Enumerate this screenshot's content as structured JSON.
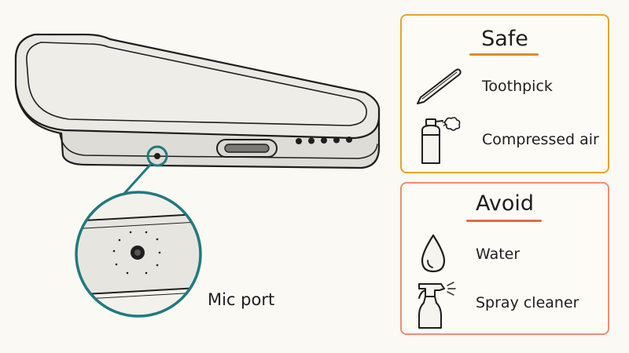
{
  "colors": {
    "safe": "#e6a526",
    "safe_underline": "#e0892a",
    "avoid": "#ef8d73",
    "avoid_underline": "#e36a4c",
    "callout": "#1f7a7e",
    "ink": "#1e1e1e",
    "phone_fill": "#ebe9e4"
  },
  "callout": {
    "label": "Mic port",
    "icon": "magnifier-circle"
  },
  "safe": {
    "heading": "Safe",
    "items": [
      {
        "label": "Toothpick",
        "icon": "toothpick-icon"
      },
      {
        "label": "Compressed air",
        "icon": "compressed-air-icon"
      }
    ]
  },
  "avoid": {
    "heading": "Avoid",
    "items": [
      {
        "label": "Water",
        "icon": "water-drop-icon"
      },
      {
        "label": "Spray cleaner",
        "icon": "spray-bottle-icon"
      }
    ]
  }
}
